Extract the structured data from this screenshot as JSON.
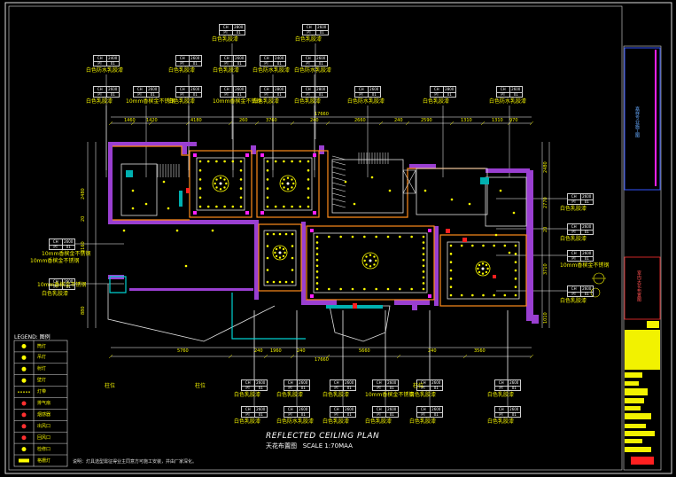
{
  "drawing": {
    "title": "REFLECTED CEILING PLAN",
    "subtitle": "天花布置图",
    "scale": "SCALE 1:70MAA",
    "legend_heading": "LEGEND: 图例",
    "footnote": "说明：灯具选型需征得业主同意方可施工安装，并由厂家深化。",
    "title_block_vertical": "嘉祥专业施工图",
    "title_block_project": "室内天花布置图"
  },
  "top_dims": [
    "1460",
    "1420",
    "4180",
    "260",
    "3760",
    "240",
    "2660",
    "240",
    "2590",
    "1310",
    "1310",
    "970"
  ],
  "top_total": "17660",
  "bottom_dims": [
    "5760",
    "240",
    "1960",
    "240",
    "5660",
    "240",
    "3560"
  ],
  "bottom_total": "17660",
  "side_dims_left": [
    "2480",
    "20",
    "3160",
    "880"
  ],
  "side_dims_right": [
    "2480",
    "2770",
    "20",
    "3710",
    "1010"
  ],
  "tags": [
    {
      "id": "t1",
      "c1": "CH",
      "c2": "2800",
      "c3": "PT",
      "c4": "01",
      "label": "白色乳胶漆"
    },
    {
      "id": "t2",
      "c1": "CH",
      "c2": "2600",
      "c3": "PT",
      "c4": "01",
      "label": "白色乳胶漆"
    },
    {
      "id": "t3",
      "c1": "CH",
      "c2": "2400",
      "c3": "PT",
      "c4": "01",
      "label": "白色防水乳胶漆"
    },
    {
      "id": "t4",
      "c1": "CH",
      "c2": "2600",
      "c3": "PT",
      "c4": "01",
      "label": "白色乳胶漆"
    },
    {
      "id": "t5",
      "c1": "CH",
      "c2": "2600",
      "c3": "PT",
      "c4": "01",
      "label": "白色乳胶漆"
    },
    {
      "id": "t6",
      "c1": "CH",
      "c2": "2400",
      "c3": "PT",
      "c4": "01",
      "label": "白色防水乳胶漆"
    },
    {
      "id": "t7",
      "c1": "CH",
      "c2": "2600",
      "c3": "PT",
      "c4": "01",
      "label": "白色防水乳胶漆"
    },
    {
      "id": "t8",
      "c1": "CH",
      "c2": "2600",
      "c3": "PT",
      "c4": "01",
      "label": "白色乳胶漆"
    },
    {
      "id": "t9",
      "c1": "CH",
      "c2": "2600",
      "c3": "PT",
      "c4": "01",
      "label": "10mm香槟金不锈钢"
    },
    {
      "id": "t10",
      "c1": "CH",
      "c2": "2600",
      "c3": "PT",
      "c4": "01",
      "label": "白色乳胶漆"
    },
    {
      "id": "t11",
      "c1": "CH",
      "c2": "2600",
      "c3": "PT",
      "c4": "01",
      "label": "10mm香槟金不锈钢"
    },
    {
      "id": "t12",
      "c1": "CH",
      "c2": "2800",
      "c3": "PT",
      "c4": "01",
      "label": "白色乳胶漆"
    },
    {
      "id": "t13",
      "c1": "CH",
      "c2": "2800",
      "c3": "PT",
      "c4": "01",
      "label": "白色乳胶漆"
    },
    {
      "id": "t14",
      "c1": "CH",
      "c2": "2600",
      "c3": "PT",
      "c4": "01",
      "label": "白色防水乳胶漆"
    },
    {
      "id": "t15",
      "c1": "CH",
      "c2": "2800",
      "c3": "PT",
      "c4": "01",
      "label": "白色乳胶漆"
    },
    {
      "id": "t16",
      "c1": "CH",
      "c2": "2600",
      "c3": "PT",
      "c4": "01",
      "label": "白色防水乳胶漆"
    },
    {
      "id": "t17",
      "c1": "CH",
      "c2": "2600",
      "c3": "PT",
      "c4": "01",
      "label": "白色乳胶漆"
    },
    {
      "id": "t18",
      "c1": "CH",
      "c2": "2600",
      "c3": "PT",
      "c4": "01",
      "label": "白色乳胶漆"
    },
    {
      "id": "t19",
      "c1": "CH",
      "c2": "2600",
      "c3": "PT",
      "c4": "01",
      "label": "10mm香槟金不锈钢"
    },
    {
      "id": "t20",
      "c1": "CH",
      "c2": "2600",
      "c3": "PT",
      "c4": "01",
      "label": "白色乳胶漆"
    },
    {
      "id": "t21",
      "c1": "CH",
      "c2": "2600",
      "c3": "PT",
      "c4": "01",
      "label": "10mm香槟金不锈钢"
    },
    {
      "id": "t22",
      "c1": "CH",
      "c2": "2600",
      "c3": "PT",
      "c4": "01",
      "label": "白色乳胶漆"
    },
    {
      "id": "t23",
      "c1": "CH",
      "c2": "2600",
      "c3": "PT",
      "c4": "01",
      "label": "白色乳胶漆"
    },
    {
      "id": "t24",
      "c1": "CH",
      "c2": "2600",
      "c3": "PT",
      "c4": "01",
      "label": "白色乳胶漆"
    },
    {
      "id": "t25",
      "c1": "CH",
      "c2": "2600",
      "c3": "PT",
      "c4": "01",
      "label": "白色乳胶漆"
    },
    {
      "id": "t26",
      "c1": "CH",
      "c2": "2600",
      "c3": "PT",
      "c4": "01",
      "label": "10mm香槟金不锈钢"
    },
    {
      "id": "t27",
      "c1": "CH",
      "c2": "2600",
      "c3": "PT",
      "c4": "01",
      "label": "白色乳胶漆"
    },
    {
      "id": "t28",
      "c1": "CH",
      "c2": "2600",
      "c3": "PT",
      "c4": "01",
      "label": "白色乳胶漆"
    },
    {
      "id": "t29",
      "c1": "CH",
      "c2": "2600",
      "c3": "PT",
      "c4": "01",
      "label": "白色乳胶漆"
    },
    {
      "id": "t30",
      "c1": "CH",
      "c2": "2600",
      "c3": "PT",
      "c4": "01",
      "label": "白色防水乳胶漆"
    },
    {
      "id": "t31",
      "c1": "CH",
      "c2": "2600",
      "c3": "PT",
      "c4": "01",
      "label": "白色乳胶漆"
    },
    {
      "id": "t32",
      "c1": "CH",
      "c2": "2600",
      "c3": "PT",
      "c4": "01",
      "label": "白色乳胶漆"
    },
    {
      "id": "t33",
      "c1": "CH",
      "c2": "2600",
      "c3": "PT",
      "c4": "01",
      "label": "白色乳胶漆"
    },
    {
      "id": "t34",
      "c1": "CH",
      "c2": "2600",
      "c3": "PT",
      "c4": "01",
      "label": "白色乳胶漆"
    },
    {
      "id": "t35",
      "c1": "CH",
      "c2": "2600",
      "c3": "PT",
      "c4": "01",
      "label": "白色乳胶漆"
    },
    {
      "id": "t36",
      "c1": "CH",
      "c2": "2600",
      "c3": "PT",
      "c4": "01",
      "label": "10mm香槟金不锈钢"
    }
  ],
  "side_notes": [
    "10mm香槟金不锈钢",
    "10mm香槟金不锈钢"
  ],
  "column_notes": [
    "柱位",
    "柱位",
    "柱位"
  ],
  "legend": [
    {
      "symbol": "downlight",
      "label": "筒灯"
    },
    {
      "symbol": "ceiling-lamp",
      "label": "吊灯"
    },
    {
      "symbol": "spot",
      "label": "射灯"
    },
    {
      "symbol": "lamp",
      "label": "壁灯"
    },
    {
      "symbol": "strip",
      "label": "灯带"
    },
    {
      "symbol": "exhaust",
      "label": "排气扇"
    },
    {
      "symbol": "smoke",
      "label": "烟感器"
    },
    {
      "symbol": "vent",
      "label": "出风口"
    },
    {
      "symbol": "return",
      "label": "回风口"
    },
    {
      "symbol": "access",
      "label": "检修口"
    },
    {
      "symbol": "grille",
      "label": "格栅灯"
    }
  ],
  "colors": {
    "wall": "#9a3fd1",
    "ceiling_line": "#ff8c1a",
    "light": "#ffff00",
    "dim": "#ffffff",
    "cyan": "#00d0d0",
    "red": "#ff2020",
    "frame": "#dcdcdc",
    "blue": "#3355ff",
    "magenta": "#ff20ff"
  }
}
